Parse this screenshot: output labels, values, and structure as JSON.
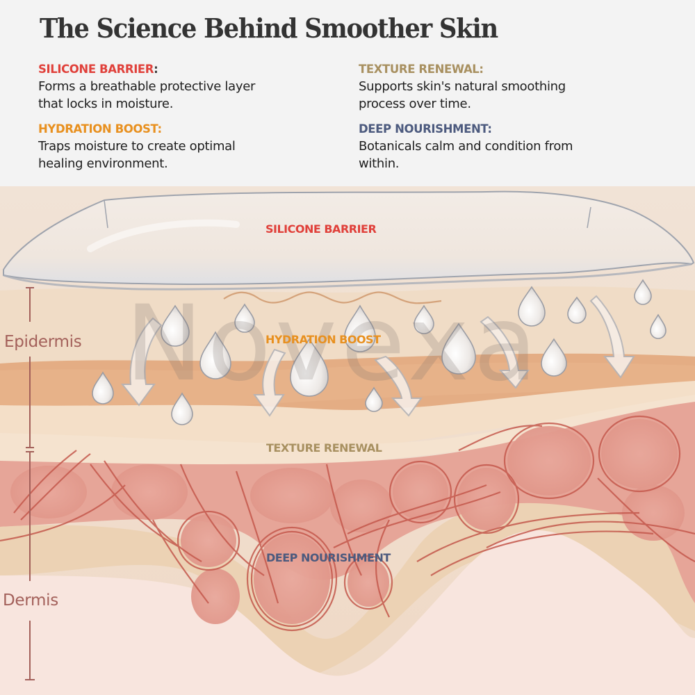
{
  "header": {
    "title": "The Science Behind Smoother Skin",
    "benefits": [
      {
        "heading": "SILICONE BARRIER",
        "colon": ":",
        "color": "#e0403a",
        "description_line1": "Forms a breathable protective layer",
        "description_line2": "that locks in moisture."
      },
      {
        "heading": "HYDRATION BOOST",
        "colon": ":",
        "color": "#e8901f",
        "description_line1": "Traps moisture to create optimal",
        "description_line2": "healing environment."
      },
      {
        "heading": "TEXTURE RENEWAL",
        "colon": ":",
        "color": "#a89060",
        "description_line1": "Supports skin's natural smoothing",
        "description_line2": "process over time."
      },
      {
        "heading": "DEEP NOURISHMENT",
        "colon": ":",
        "color": "#4c5a7e",
        "description_line1": "Botanicals calm and condition from",
        "description_line2": "within."
      }
    ]
  },
  "illustration": {
    "layer_labels": {
      "silicone": "SILICONE BARRIER",
      "hydration": "HYDRATION BOOST",
      "texture": "TEXTURE RENEWAL",
      "deep": "DEEP NOURISHMENT"
    },
    "side_labels": {
      "epidermis": "Epidermis",
      "dermis": "Dermis"
    },
    "watermark": "Novexa",
    "colors": {
      "silicone": "#e0403a",
      "hydration": "#e8901f",
      "texture": "#a89060",
      "deep": "#4c5a7e",
      "side_label": "#a3605a"
    }
  }
}
